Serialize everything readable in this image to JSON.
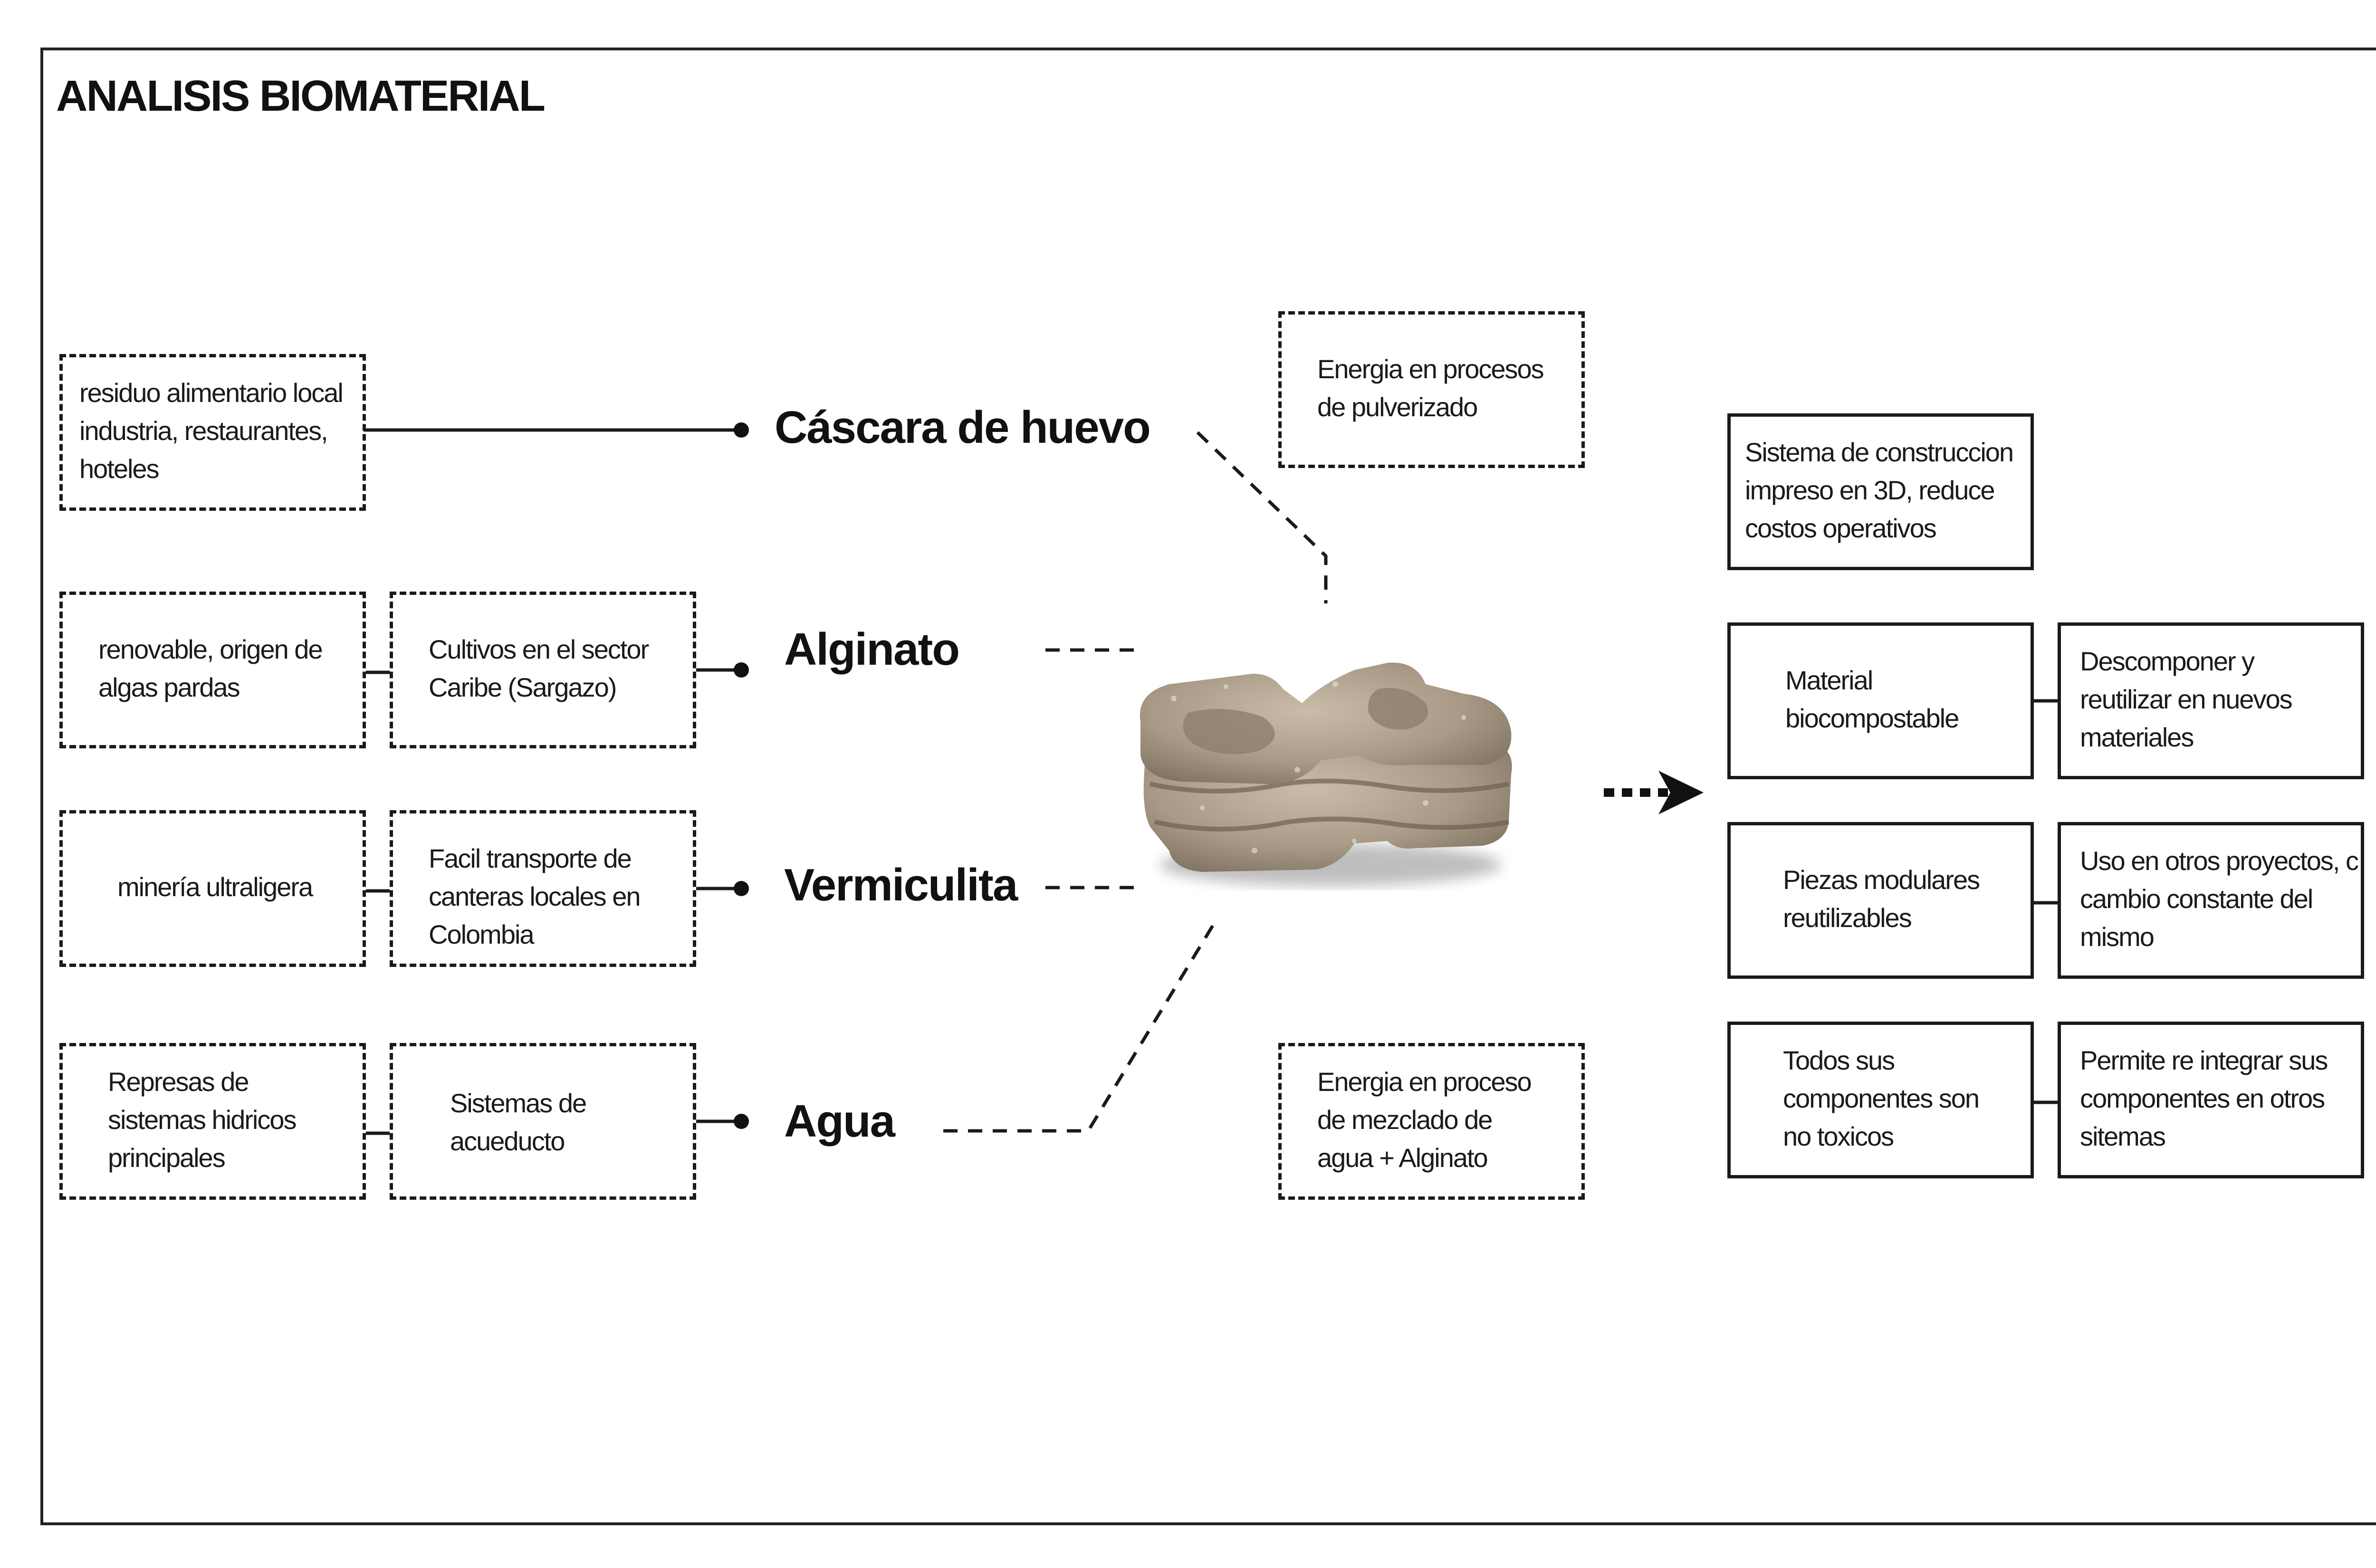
{
  "title": "ANALISIS BIOMATERIAL",
  "materials": [
    {
      "name": "Cáscara de huevo"
    },
    {
      "name": "Alginato"
    },
    {
      "name": "Vermiculita"
    },
    {
      "name": "Agua"
    }
  ],
  "sources": [
    {
      "origin": "residuo alimentario local\nindustria, restaurantes,\nhoteles"
    },
    {
      "origin": "renovable, origen de\nalgas pardas",
      "supply": "Cultivos en el sector\nCaribe (Sargazo)"
    },
    {
      "origin": "minería ultraligera",
      "supply": "Facil transporte de\ncanteras locales en\nColombia"
    },
    {
      "origin": "Represas de\nsistemas hidricos\nprincipales",
      "supply": "Sistemas de\nacueducto"
    }
  ],
  "energy": {
    "top": "Energia en procesos\nde pulverizado",
    "bottom": "Energia en proceso\nde mezclado de\nagua + Alginato"
  },
  "outcomes": {
    "system": "Sistema de construccion\nimpreso en 3D, reduce\ncostos operativos",
    "rows": [
      {
        "property": "Material\nbiocompostable",
        "result": "Descomponer y\nreutilizar en nuevos\nmateriales"
      },
      {
        "property": "Piezas modulares\nreutilizables",
        "result": "Uso en otros proyectos, c\ncambio constante del\nmismo"
      },
      {
        "property": "Todos sus\ncomponentes son\nno toxicos",
        "result": "Permite re integrar sus\ncomponentes en otros\nsitemas"
      }
    ]
  },
  "colors": {
    "stroke": "#1a1a1a",
    "block": "#a89a86",
    "block_dark": "#7d705f",
    "block_light": "#c9bda9"
  }
}
